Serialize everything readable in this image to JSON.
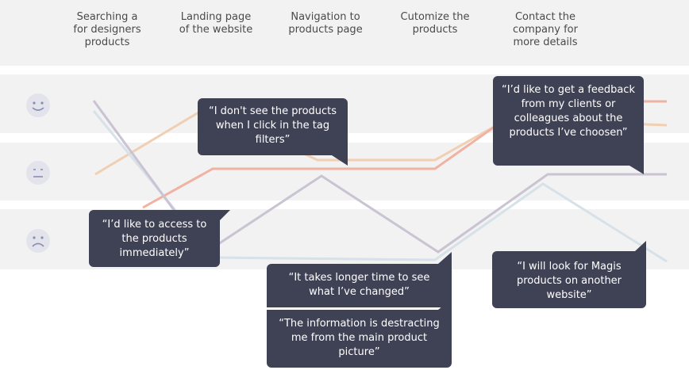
{
  "colors": {
    "band": "#f2f2f2",
    "bubble": "#3f4255",
    "face": "#e3e3ec",
    "face_feature": "#8a8cb5",
    "stage_text": "#4a4a4a",
    "line_purple": "#c9c3d3",
    "line_light_blue": "#d7e1e8",
    "line_peach": "#f0cfb3",
    "line_salmon": "#f0b2a1"
  },
  "stages": [
    "Searching a\nfor designers\nproducts",
    "Landing page\nof the website",
    "Navigation to\nproducts page",
    "Cutomize the\nproducts",
    "Contact the\ncompany for\nmore details"
  ],
  "emotion_icons": [
    "happy-face-icon",
    "neutral-face-icon",
    "sad-face-icon"
  ],
  "quotes": [
    "“I don't see the products\nwhen I click in the tag\nfilters”",
    "“I’d like to get a feedback\nfrom my clients or\ncolleagues about the\nproducts I’ve choosen”",
    "“I’d like to access to\nthe products\nimmediately”",
    "“It takes longer time to see\nwhat I’ve changed”",
    "“The information is destracting\nme from the main product\npicture”",
    "“I will look for Magis\nproducts on another\nwebsite”"
  ]
}
